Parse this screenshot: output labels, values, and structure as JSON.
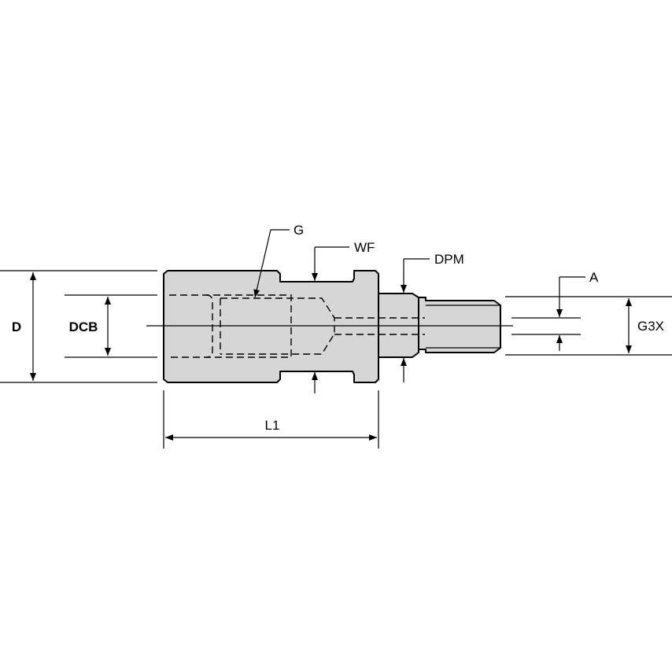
{
  "labels": {
    "d": "D",
    "dcb": "DCB",
    "g": "G",
    "wf": "WF",
    "dpm": "DPM",
    "a": "A",
    "g3x": "G3X",
    "l1": "L1"
  },
  "colors": {
    "body_fill": "#d6d6d6",
    "line": "#000000",
    "background": "#ffffff"
  }
}
